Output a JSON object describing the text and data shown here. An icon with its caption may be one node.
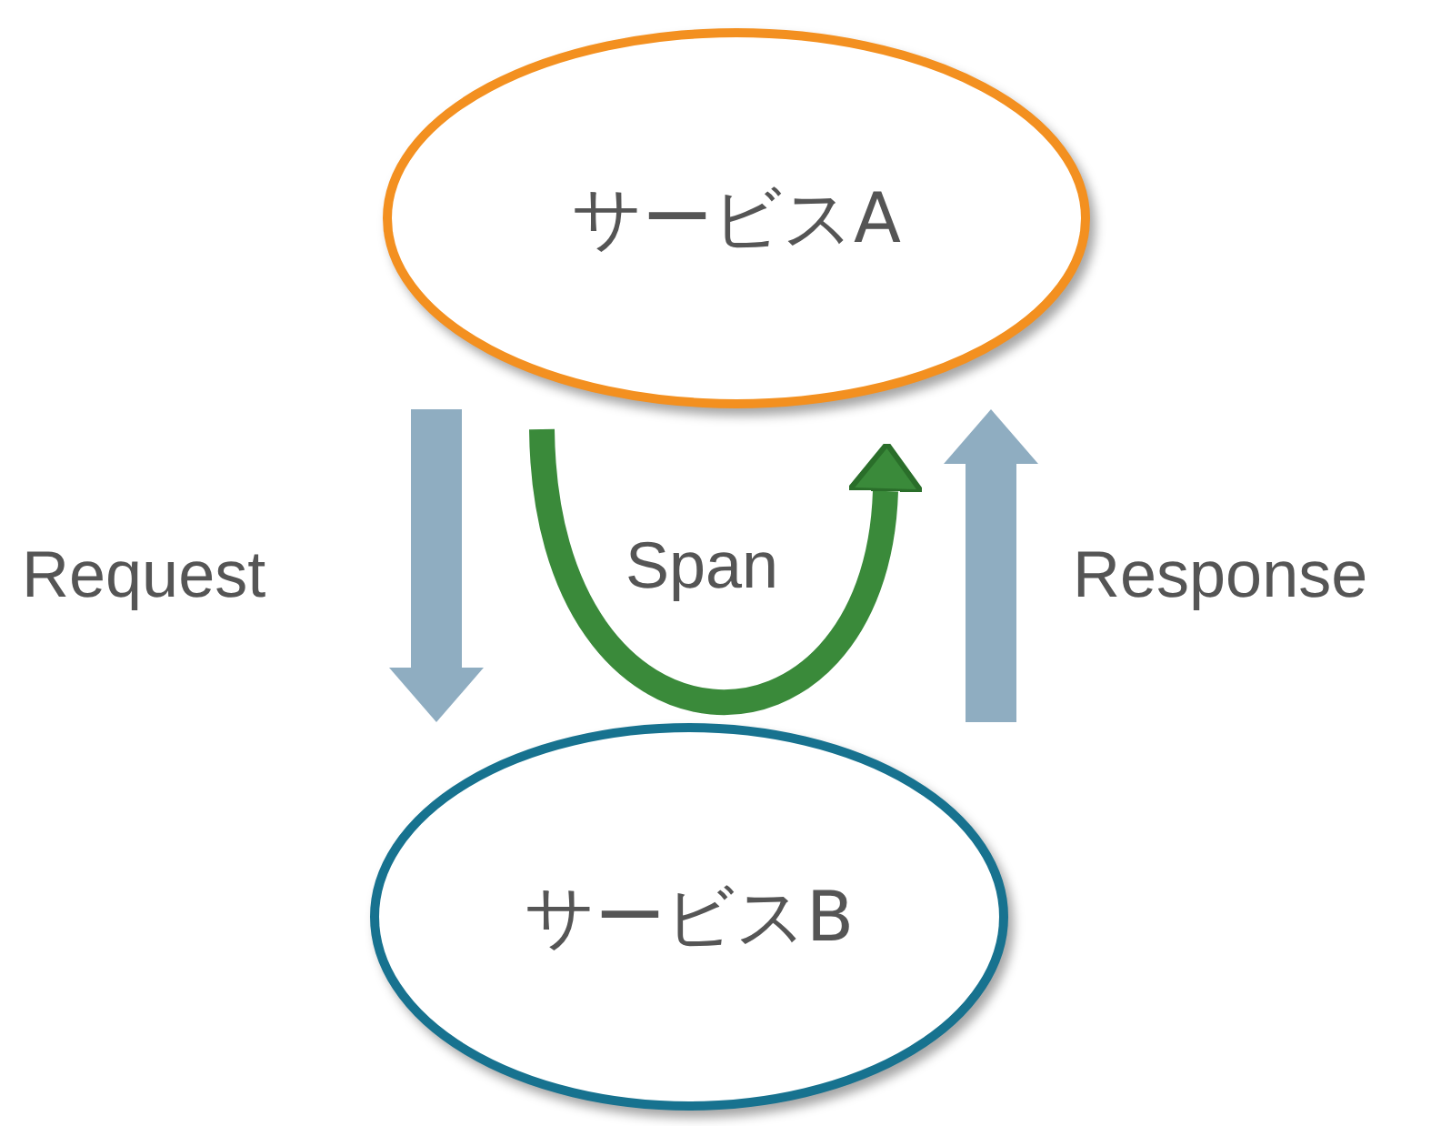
{
  "diagram": {
    "nodes": [
      {
        "text": [
          "サービスA"
        ]
      },
      {
        "text": [
          "サービスB"
        ]
      }
    ],
    "edges": [
      {
        "from": 0,
        "to": 1,
        "arrow": "to",
        "label": "Request"
      },
      {
        "from": 1,
        "to": 0,
        "arrow": "to",
        "label": "Response"
      },
      {
        "from": 0,
        "to": 0,
        "arrow": "to",
        "label": "Span",
        "color": "#3a8a3a"
      }
    ]
  }
}
